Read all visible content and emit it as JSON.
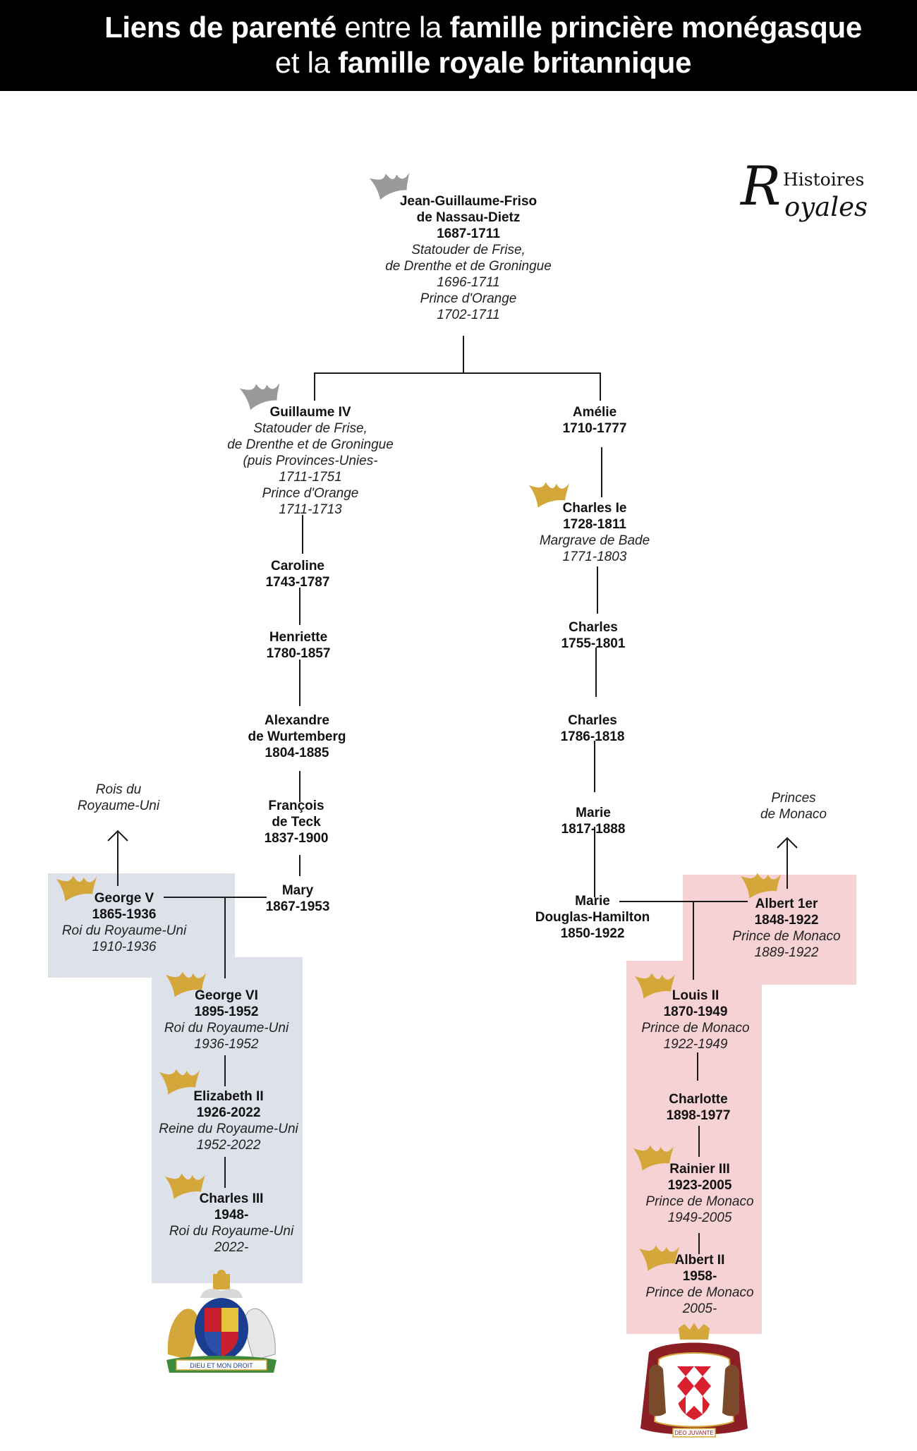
{
  "title": {
    "line1": {
      "b1": "Liens de parenté",
      "l1": " entre la ",
      "b2": "famille princière monégasque"
    },
    "line2": {
      "l1": "et la ",
      "b1": "famille royale britannique"
    }
  },
  "logo": {
    "big": "R",
    "top": "Histoires",
    "bottom": "oyales"
  },
  "notes": {
    "uk": [
      "Rois du",
      "Royaume-Uni"
    ],
    "monaco": [
      "Princes",
      "de Monaco"
    ]
  },
  "people": {
    "jean_guillaume": {
      "name": [
        "Jean-Guillaume-Friso",
        "de Nassau-Dietz"
      ],
      "dates": "1687-1711",
      "titles": [
        "Statouder de Frise,",
        "de Drenthe et de Groningue",
        "1696-1711",
        "Prince d'Orange",
        "1702-1711"
      ]
    },
    "guillaume_iv": {
      "name": [
        "Guillaume IV"
      ],
      "dates": "",
      "titles": [
        "Statouder de Frise,",
        "de Drenthe et de Groningue",
        "(puis Provinces-Unies-",
        "1711-1751",
        "Prince d'Orange",
        "1711-1713"
      ]
    },
    "amelie": {
      "name": [
        "Amélie"
      ],
      "dates": "1710-1777",
      "titles": []
    },
    "charles_ie": {
      "name": [
        "Charles Ie"
      ],
      "dates": "1728-1811",
      "titles": [
        "Margrave de Bade",
        "1771-1803"
      ]
    },
    "caroline": {
      "name": [
        "Caroline"
      ],
      "dates": "1743-1787",
      "titles": []
    },
    "charles_1755": {
      "name": [
        "Charles"
      ],
      "dates": "1755-1801",
      "titles": []
    },
    "henriette": {
      "name": [
        "Henriette"
      ],
      "dates": "1780-1857",
      "titles": []
    },
    "charles_1786": {
      "name": [
        "Charles"
      ],
      "dates": "1786-1818",
      "titles": []
    },
    "alexandre": {
      "name": [
        "Alexandre",
        "de Wurtemberg"
      ],
      "dates": "1804-1885",
      "titles": []
    },
    "marie_1817": {
      "name": [
        "Marie"
      ],
      "dates": "1817-1888",
      "titles": []
    },
    "francois": {
      "name": [
        "François",
        "de Teck"
      ],
      "dates": "1837-1900",
      "titles": []
    },
    "mary": {
      "name": [
        "Mary"
      ],
      "dates": "1867-1953",
      "titles": []
    },
    "marie_dh": {
      "name": [
        "Marie",
        "Douglas-Hamilton"
      ],
      "dates": "1850-1922",
      "titles": []
    },
    "george_v": {
      "name": [
        "George V"
      ],
      "dates": "1865-1936",
      "titles": [
        "Roi du Royaume-Uni",
        "1910-1936"
      ]
    },
    "george_vi": {
      "name": [
        "George VI"
      ],
      "dates": "1895-1952",
      "titles": [
        "Roi du Royaume-Uni",
        "1936-1952"
      ]
    },
    "elizabeth_ii": {
      "name": [
        "Elizabeth II"
      ],
      "dates": "1926-2022",
      "titles": [
        "Reine du Royaume-Uni",
        "1952-2022"
      ]
    },
    "charles_iii": {
      "name": [
        "Charles III"
      ],
      "dates": "1948-",
      "titles": [
        "Roi du Royaume-Uni",
        "2022-"
      ]
    },
    "albert_1er": {
      "name": [
        "Albert 1er"
      ],
      "dates": "1848-1922",
      "titles": [
        "Prince de Monaco",
        "1889-1922"
      ]
    },
    "louis_ii": {
      "name": [
        "Louis II"
      ],
      "dates": "1870-1949",
      "titles": [
        "Prince de Monaco",
        "1922-1949"
      ]
    },
    "charlotte": {
      "name": [
        "Charlotte"
      ],
      "dates": "1898-1977",
      "titles": []
    },
    "rainier_iii": {
      "name": [
        "Rainier III"
      ],
      "dates": "1923-2005",
      "titles": [
        "Prince de Monaco",
        "1949-2005"
      ]
    },
    "albert_ii": {
      "name": [
        "Albert II"
      ],
      "dates": "1958-",
      "titles": [
        "Prince de Monaco",
        "2005-"
      ]
    }
  },
  "coats_of_arms": {
    "uk_motto": "DIEU ET MON DROIT",
    "monaco_motto": "DEO JUVANTE"
  },
  "colors": {
    "gold_crown": "#d4a73a",
    "grey_crown": "#9a9a9a",
    "uk_box": "#dde1ea",
    "monaco_box": "#f6d2d4"
  }
}
